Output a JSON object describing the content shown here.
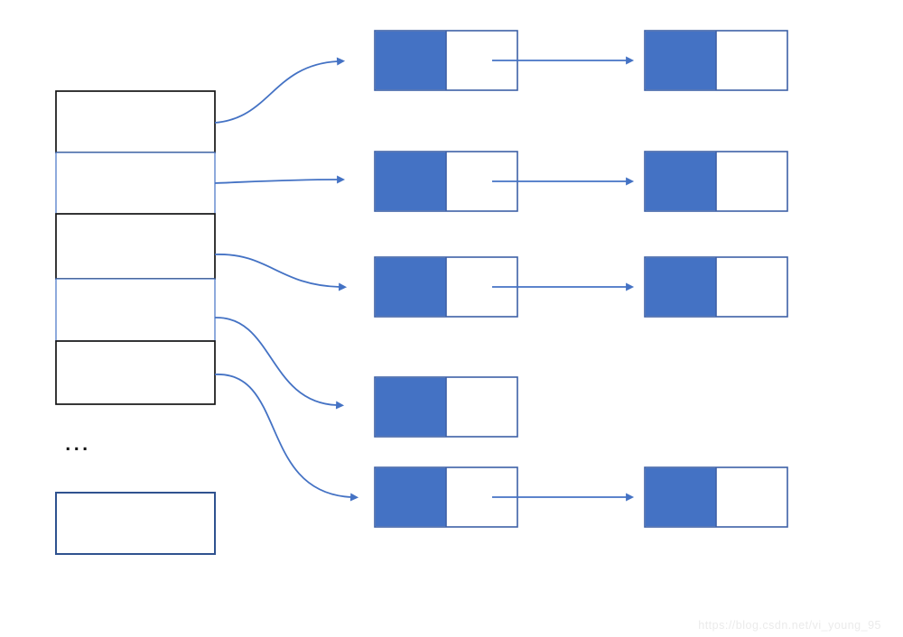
{
  "diagram": {
    "type": "separate-chaining-hash-table",
    "description": "Array of buckets on the left; each bucket points to a linked list of nodes (blue data half + white pointer half).",
    "ellipsis": "...",
    "colors": {
      "node_fill": "#4472C4",
      "node_border": "#3E61A6",
      "arrow": "#4472C4",
      "bucket_border_dark": "#141414",
      "bucket_border_blue": "#4472C4",
      "extra_cell_border": "#2F528F",
      "background": "#ffffff"
    },
    "buckets": [
      {
        "index": 0,
        "style": "dark",
        "chain_nodes": 2,
        "linked": true
      },
      {
        "index": 1,
        "style": "blue",
        "chain_nodes": 2,
        "linked": true
      },
      {
        "index": 2,
        "style": "dark",
        "chain_nodes": 2,
        "linked": true
      },
      {
        "index": 3,
        "style": "blue",
        "chain_nodes": 1,
        "linked": false
      },
      {
        "index": 4,
        "style": "dark",
        "chain_nodes": 2,
        "linked": true
      }
    ],
    "extra_cell": {
      "style": "blue-outline",
      "label": ""
    }
  },
  "watermark": {
    "text": "https://blog.csdn.net/vi_young_95",
    "color": "#ebebeb"
  }
}
